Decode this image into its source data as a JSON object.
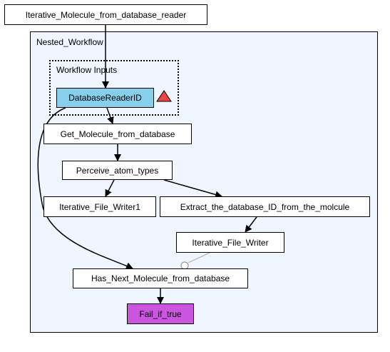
{
  "source_node": "Iterative_Molecule_from_database_reader",
  "cluster": {
    "label": "Nested_Workflow",
    "inputs_label": "Workflow Inputs",
    "input_port": "DatabaseReaderID",
    "nodes": {
      "get_molecule": "Get_Molecule_from_database",
      "perceive": "Perceive_atom_types",
      "writer1": "Iterative_File_Writer1",
      "extract": "Extract_the_database_ID_from_the_molcule",
      "writer": "Iterative_File_Writer",
      "has_next": "Has_Next_Molecule_from_database",
      "fail": "Fail_if_true"
    }
  },
  "colors": {
    "input_port_fill": "#87ceeb",
    "fail_fill": "#cc55e0",
    "warning_fill": "#ee4444",
    "cluster_fill": "#f0f6ff",
    "control_link": "#b0b0b0"
  }
}
